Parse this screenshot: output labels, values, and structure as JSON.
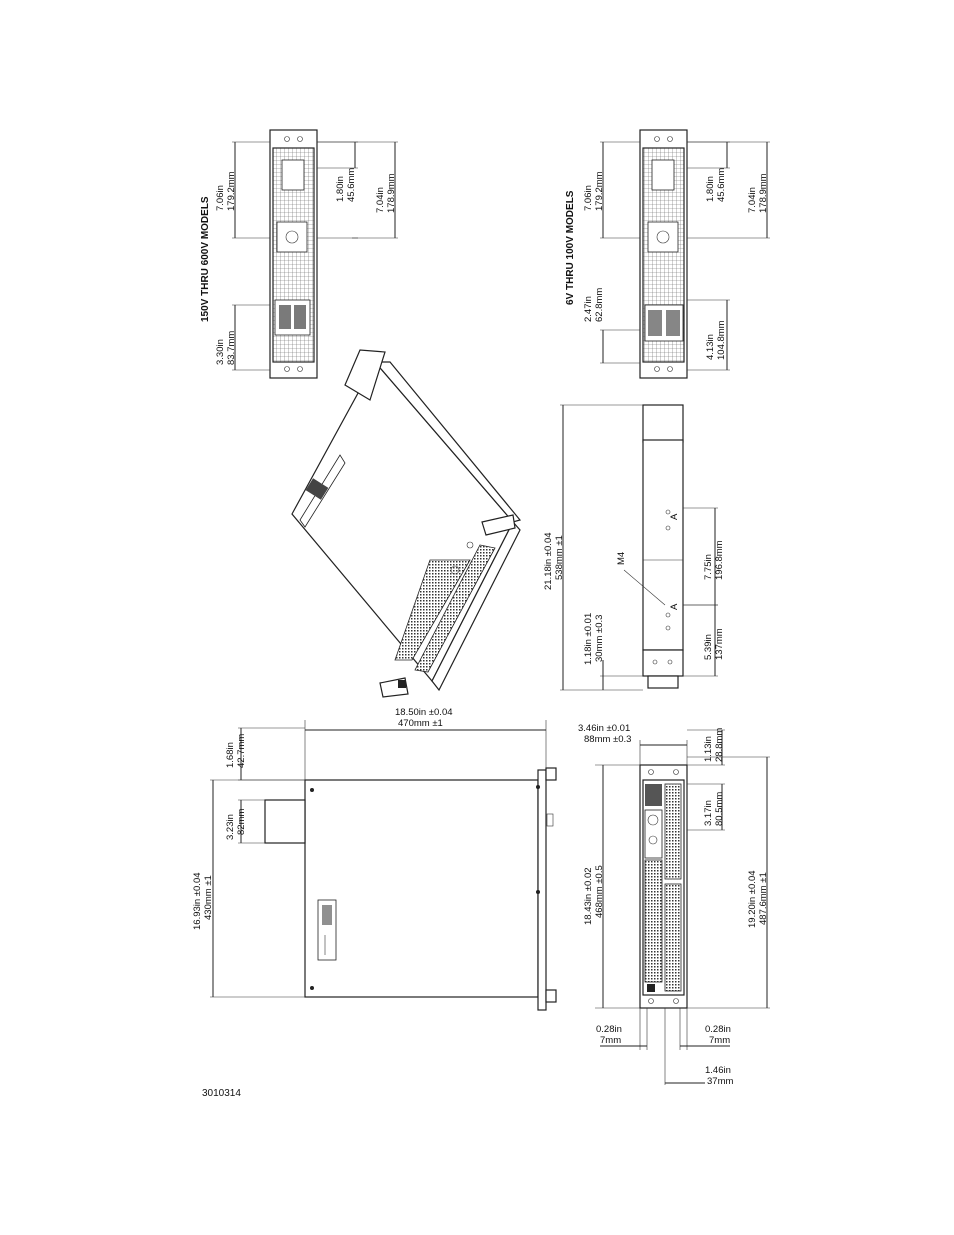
{
  "diagram": {
    "labels": {
      "models_150_600": "150V THRU 600V MODELS",
      "models_6_100": "6V THRU 100V MODELS",
      "m4": "M4",
      "a1": "A",
      "a2": "A"
    },
    "dims": {
      "d_3_30_in": "3.30in",
      "d_3_30_mm": "83.7mm",
      "d_7_06_in_a": "7.06in",
      "d_7_06_mm_a": "179.2mm",
      "d_1_80_in_a": "1.80in",
      "d_1_80_mm_a": "45.6mm",
      "d_7_04_in_a": "7.04in",
      "d_7_04_mm_a": "178.9mm",
      "d_2_47_in": "2.47in",
      "d_2_47_mm": "62.8mm",
      "d_7_06_in_b": "7.06in",
      "d_7_06_mm_b": "179.2mm",
      "d_1_80_in_b": "1.80in",
      "d_1_80_mm_b": "45.6mm",
      "d_4_13_in": "4.13in",
      "d_4_13_mm": "104.8mm",
      "d_7_04_in_b": "7.04in",
      "d_7_04_mm_b": "178.9mm",
      "d_21_18_in": "21.18in ±0.04",
      "d_21_18_mm": "538mm ±1",
      "d_1_18_in": "1.18in ±0.01",
      "d_1_18_mm": "30mm ±0.3",
      "d_5_39_in": "5.39in",
      "d_5_39_mm": "137mm",
      "d_7_75_in": "7.75in",
      "d_7_75_mm": "196.8mm",
      "d_18_50_in": "18.50in ±0.04",
      "d_18_50_mm": "470mm ±1",
      "d_1_68_in": "1.68in",
      "d_1_68_mm": "42.7mm",
      "d_3_23_in": "3.23in",
      "d_3_23_mm": "82mm",
      "d_16_93_in": "16.93in ±0.04",
      "d_16_93_mm": "430mm ±1",
      "d_3_46_in": "3.46in ±0.01",
      "d_3_46_mm": "88mm ±0.3",
      "d_1_13_in": "1.13in",
      "d_1_13_mm": "28.8mm",
      "d_3_17_in": "3.17in",
      "d_3_17_mm": "80.5mm",
      "d_18_43_in": "18.43in ±0.02",
      "d_18_43_mm": "468mm ±0.5",
      "d_19_20_in": "19.20in ±0.04",
      "d_19_20_mm": "487.6mm ±1",
      "d_0_28_in_l": "0.28in",
      "d_0_28_mm_l": "7mm",
      "d_0_28_in_r": "0.28in",
      "d_0_28_mm_r": "7mm",
      "d_1_46_in": "1.46in",
      "d_1_46_mm": "37mm"
    },
    "doc_number": "3010314"
  }
}
